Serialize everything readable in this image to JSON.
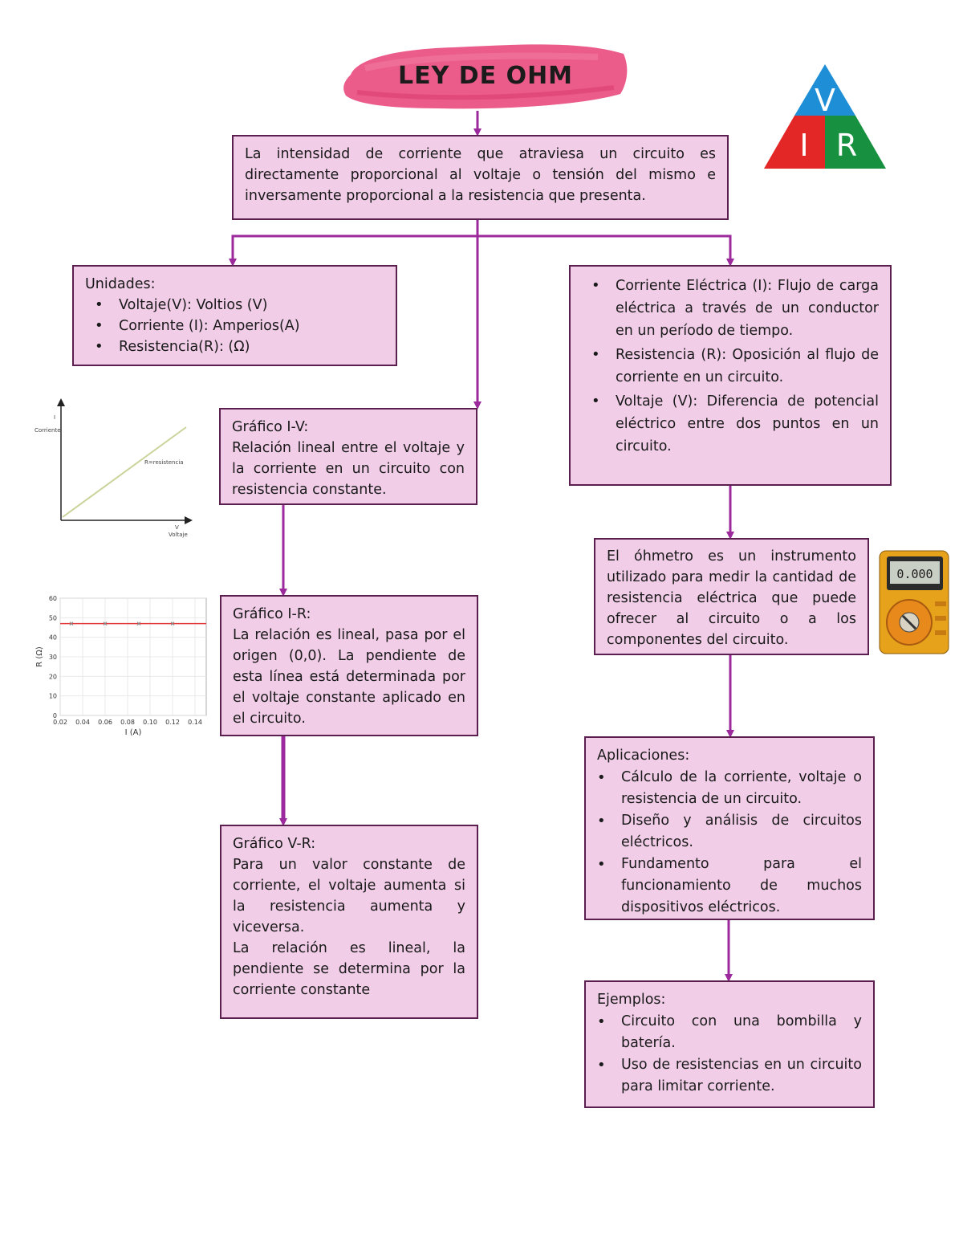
{
  "title": "LEY DE OHM",
  "triangle": {
    "top": "V",
    "left": "I",
    "right": "R",
    "colors": {
      "top": "#1e8fd6",
      "left": "#e32626",
      "right": "#17913f"
    }
  },
  "definition": "La intensidad de corriente que atraviesa un circuito es directamente proporcional al voltaje o tensión del mismo e inversamente proporcional a la resistencia que presenta.",
  "units": {
    "heading": "Unidades:",
    "items": [
      "Voltaje(V): Voltios (V)",
      "Corriente (I): Amperios(A)",
      "Resistencia(R): (Ω)"
    ]
  },
  "concepts": [
    "Corriente Eléctrica (I): Flujo de carga eléctrica a través de un conductor en un período de tiempo.",
    "Resistencia (R): Oposición al flujo de corriente en un circuito.",
    "Voltaje (V): Diferencia de potencial eléctrico entre dos puntos en un circuito."
  ],
  "graph_iv": {
    "heading": "Gráfico I-V:",
    "text": "Relación lineal entre el voltaje y la corriente en un circuito con resistencia constante."
  },
  "graph_ir": {
    "heading": "Gráfico I-R:",
    "text": "La relación es lineal, pasa por el origen (0,0). La pendiente de esta línea está determinada por el voltaje constante aplicado en el circuito."
  },
  "graph_vr": {
    "heading": "Gráfico V-R:",
    "lines": [
      "Para un valor constante de corriente, el voltaje aumenta si la resistencia aumenta y viceversa.",
      "La relación es lineal, la pendiente se determina por la corriente constante"
    ]
  },
  "ohmmeter": {
    "text": "El óhmetro es un instrumento utilizado para medir la cantidad de resistencia eléctrica que puede ofrecer al circuito o a los componentes del circuito.",
    "display": "0.000"
  },
  "applications": {
    "heading": "Aplicaciones:",
    "items": [
      "Cálculo de la corriente, voltaje o resistencia de un circuito.",
      "Diseño y análisis de circuitos eléctricos.",
      "Fundamento para el funcionamiento de muchos dispositivos eléctricos."
    ]
  },
  "examples": {
    "heading": "Ejemplos:",
    "items": [
      "Circuito con una bombilla y batería.",
      "Uso de resistencias en un circuito para limitar corriente."
    ]
  },
  "iv_chart": {
    "y_label_top": "I",
    "y_label": "Corriente",
    "x_label_top": "V",
    "x_label": "Voltaje",
    "line_label": "R=resistencia"
  },
  "chart_data": {
    "type": "scatter",
    "xlabel": "I (A)",
    "ylabel": "R (Ω)",
    "xlim": [
      0.02,
      0.15
    ],
    "ylim": [
      0,
      60
    ],
    "x_ticks": [
      "0.02",
      "0.04",
      "0.06",
      "0.08",
      "0.10",
      "0.12",
      "0.14"
    ],
    "y_ticks": [
      "0",
      "10",
      "20",
      "30",
      "40",
      "50",
      "60"
    ],
    "points": [
      {
        "x": 0.03,
        "y": 47
      },
      {
        "x": 0.06,
        "y": 47
      },
      {
        "x": 0.09,
        "y": 47
      },
      {
        "x": 0.12,
        "y": 47
      }
    ],
    "fit_line": {
      "y": 47,
      "x_range": [
        0.02,
        0.15
      ]
    },
    "grid": true,
    "colors": {
      "line": "#e23b3b",
      "point": "#8c8c8c"
    }
  }
}
